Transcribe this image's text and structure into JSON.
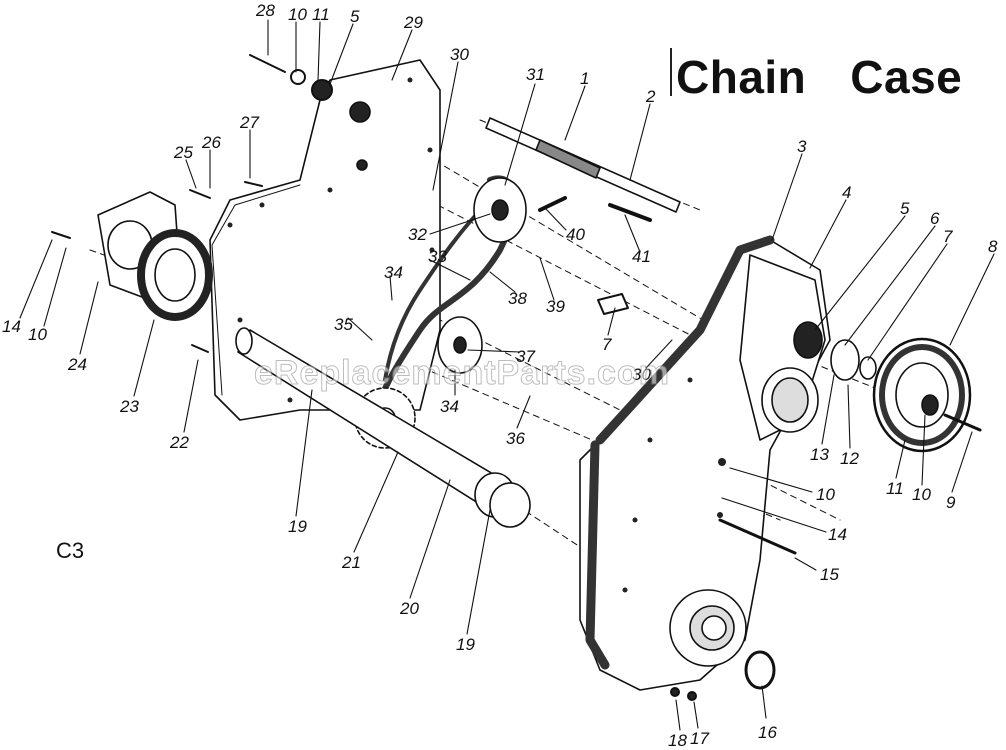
{
  "title": {
    "word1": "Chain",
    "word2": "Case"
  },
  "figure_code": "C3",
  "watermark": "eReplacementParts.com",
  "colors": {
    "ink": "#111111",
    "paper": "#ffffff",
    "shade": "#555555"
  },
  "callouts": [
    {
      "id": "c-28a",
      "text": "28"
    },
    {
      "id": "c-10a",
      "text": "10"
    },
    {
      "id": "c-11a",
      "text": "11"
    },
    {
      "id": "c-5a",
      "text": "5"
    },
    {
      "id": "c-29",
      "text": "29"
    },
    {
      "id": "c-30a",
      "text": "30"
    },
    {
      "id": "c-31",
      "text": "31"
    },
    {
      "id": "c-1",
      "text": "1"
    },
    {
      "id": "c-2",
      "text": "2"
    },
    {
      "id": "c-3",
      "text": "3"
    },
    {
      "id": "c-4",
      "text": "4"
    },
    {
      "id": "c-5b",
      "text": "5"
    },
    {
      "id": "c-6",
      "text": "6"
    },
    {
      "id": "c-7a",
      "text": "7"
    },
    {
      "id": "c-8",
      "text": "8"
    },
    {
      "id": "c-25",
      "text": "25"
    },
    {
      "id": "c-26",
      "text": "26"
    },
    {
      "id": "c-27",
      "text": "27"
    },
    {
      "id": "c-32",
      "text": "32"
    },
    {
      "id": "c-40",
      "text": "40"
    },
    {
      "id": "c-41",
      "text": "41"
    },
    {
      "id": "c-33",
      "text": "33"
    },
    {
      "id": "c-34a",
      "text": "34"
    },
    {
      "id": "c-38",
      "text": "38"
    },
    {
      "id": "c-39",
      "text": "39"
    },
    {
      "id": "c-35",
      "text": "35"
    },
    {
      "id": "c-7b",
      "text": "7"
    },
    {
      "id": "c-30b",
      "text": "30"
    },
    {
      "id": "c-37",
      "text": "37"
    },
    {
      "id": "c-34b",
      "text": "34"
    },
    {
      "id": "c-36",
      "text": "36"
    },
    {
      "id": "c-14a",
      "text": "14"
    },
    {
      "id": "c-10b",
      "text": "10"
    },
    {
      "id": "c-24",
      "text": "24"
    },
    {
      "id": "c-23",
      "text": "23"
    },
    {
      "id": "c-22",
      "text": "22"
    },
    {
      "id": "c-19a",
      "text": "19"
    },
    {
      "id": "c-21",
      "text": "21"
    },
    {
      "id": "c-20",
      "text": "20"
    },
    {
      "id": "c-19b",
      "text": "19"
    },
    {
      "id": "c-13",
      "text": "13"
    },
    {
      "id": "c-12",
      "text": "12"
    },
    {
      "id": "c-11b",
      "text": "11"
    },
    {
      "id": "c-10c",
      "text": "10"
    },
    {
      "id": "c-9",
      "text": "9"
    },
    {
      "id": "c-10d",
      "text": "10"
    },
    {
      "id": "c-14b",
      "text": "14"
    },
    {
      "id": "c-15",
      "text": "15"
    },
    {
      "id": "c-16",
      "text": "16"
    },
    {
      "id": "c-18",
      "text": "18"
    },
    {
      "id": "c-17",
      "text": "17"
    }
  ]
}
